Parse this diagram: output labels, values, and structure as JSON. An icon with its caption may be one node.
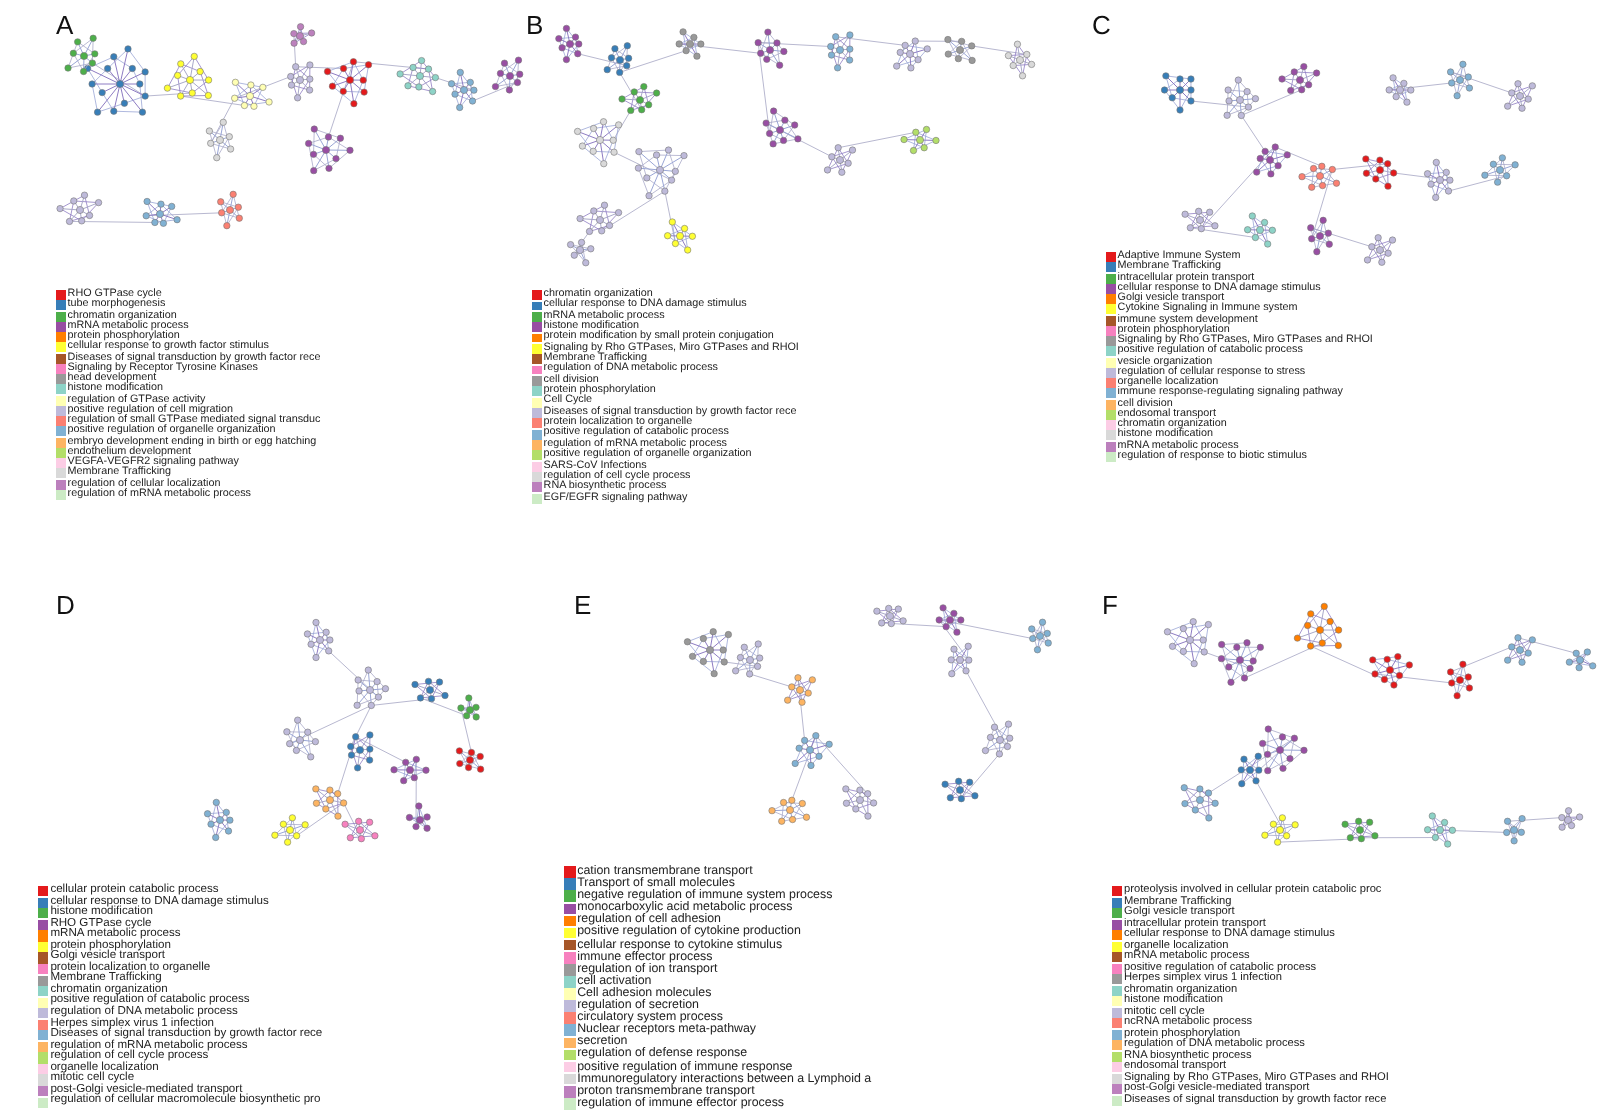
{
  "diagram": {
    "labels": [
      "A",
      "B",
      "C",
      "D",
      "E",
      "F"
    ],
    "legend": [
      {
        "text": "RHO GTPase cycle",
        "color": "#e41a1c"
      },
      {
        "text": "tube morphogenesis",
        "color": "#377eb8"
      },
      {
        "text": "chromatin organization",
        "color": "#4daf4a"
      },
      {
        "text": "mRNA metabolic process",
        "color": "#984ea3"
      },
      {
        "text": "protein phosphorylation",
        "color": "#ff7f00"
      },
      {
        "text": "cellular response to growth factor stimulus",
        "color": "#ffff33"
      },
      {
        "text": "Diseases of signal transduction by growth factor rece",
        "color": "#a65628"
      },
      {
        "text": "Signaling by Receptor Tyrosine Kinases",
        "color": "#f781bf"
      },
      {
        "text": "head development",
        "color": "#999999"
      },
      {
        "text": "histone modification",
        "color": "#8dd3c7"
      },
      {
        "text": "regulation of GTPase activity",
        "color": "#ffffb3"
      },
      {
        "text": "positive regulation of cell migration",
        "color": "#bebada"
      },
      {
        "text": "regulation of small GTPase mediated signal transduc",
        "color": "#fb8072"
      },
      {
        "text": "positive regulation of organelle organization",
        "color": "#80b1d3"
      },
      {
        "text": "embryo development ending in birth or egg hatching",
        "color": "#fdb462"
      },
      {
        "text": "endothelium development",
        "color": "#b3de69"
      },
      {
        "text": "VEGFA-VEGFR2 signaling pathway",
        "color": "#fccde5"
      },
      {
        "text": "Membrane Trafficking",
        "color": "#d9d9d9"
      },
      {
        "text": "regulation of cellular localization",
        "color": "#bc80bd"
      },
      {
        "text": "regulation of mRNA metabolic process",
        "color": "#ccebc5"
      },
      {
        "text": "chromatin organization",
        "color": "#e41a1c"
      },
      {
        "text": "cellular response to DNA damage stimulus",
        "color": "#377eb8"
      },
      {
        "text": "mRNA metabolic process",
        "color": "#4daf4a"
      },
      {
        "text": "histone modification",
        "color": "#984ea3"
      },
      {
        "text": "protein modification by small protein conjugation",
        "color": "#ff7f00"
      },
      {
        "text": "Signaling by Rho GTPases, Miro GTPases and RHOI",
        "color": "#ffff33"
      },
      {
        "text": "Membrane Trafficking",
        "color": "#a65628"
      },
      {
        "text": "regulation of DNA metabolic process",
        "color": "#f781bf"
      },
      {
        "text": "cell division",
        "color": "#999999"
      },
      {
        "text": "protein phosphorylation",
        "color": "#8dd3c7"
      },
      {
        "text": "Cell Cycle",
        "color": "#ffffb3"
      },
      {
        "text": "Diseases of signal transduction by growth factor rece",
        "color": "#bebada"
      },
      {
        "text": "protein localization to organelle",
        "color": "#fb8072"
      },
      {
        "text": "positive regulation of catabolic process",
        "color": "#80b1d3"
      },
      {
        "text": "regulation of mRNA metabolic process",
        "color": "#fdb462"
      },
      {
        "text": "positive regulation of organelle organization",
        "color": "#b3de69"
      },
      {
        "text": "SARS-CoV Infections",
        "color": "#fccde5"
      },
      {
        "text": "regulation of cell cycle process",
        "color": "#d9d9d9"
      },
      {
        "text": "RNA biosynthetic process",
        "color": "#bc80bd"
      },
      {
        "text": "EGF/EGFR signaling pathway",
        "color": "#ccebc5"
      },
      {
        "text": "Adaptive Immune System",
        "color": "#e41a1c"
      },
      {
        "text": "Membrane Trafficking",
        "color": "#377eb8"
      },
      {
        "text": "intracellular protein transport",
        "color": "#4daf4a"
      },
      {
        "text": "cellular response to DNA damage stimulus",
        "color": "#984ea3"
      },
      {
        "text": "Golgi vesicle transport",
        "color": "#ff7f00"
      },
      {
        "text": "Cytokine Signaling in Immune system",
        "color": "#ffff33"
      },
      {
        "text": "immune system development",
        "color": "#a65628"
      },
      {
        "text": "protein phosphorylation",
        "color": "#f781bf"
      },
      {
        "text": "Signaling by Rho GTPases, Miro GTPases and RHOI",
        "color": "#999999"
      },
      {
        "text": "positive regulation of catabolic process",
        "color": "#8dd3c7"
      },
      {
        "text": "vesicle organization",
        "color": "#ffffb3"
      },
      {
        "text": "regulation of cellular response to stress",
        "color": "#bebada"
      },
      {
        "text": "organelle localization",
        "color": "#fb8072"
      },
      {
        "text": "immune response-regulating signaling pathway",
        "color": "#80b1d3"
      },
      {
        "text": "cell division",
        "color": "#fdb462"
      },
      {
        "text": "endosomal transport",
        "color": "#b3de69"
      },
      {
        "text": "chromatin organization",
        "color": "#fccde5"
      },
      {
        "text": "histone modification",
        "color": "#d9d9d9"
      },
      {
        "text": "mRNA metabolic process",
        "color": "#bc80bd"
      },
      {
        "text": "regulation of response to biotic stimulus",
        "color": "#ccebc5"
      },
      {
        "text": "cellular protein catabolic process",
        "color": "#e41a1c"
      },
      {
        "text": "cellular response to DNA damage stimulus",
        "color": "#377eb8"
      },
      {
        "text": "histone modification",
        "color": "#4daf4a"
      },
      {
        "text": "RHO GTPase cycle",
        "color": "#984ea3"
      },
      {
        "text": "mRNA metabolic process",
        "color": "#ff7f00"
      },
      {
        "text": "protein phosphorylation",
        "color": "#ffff33"
      },
      {
        "text": "Golgi vesicle transport",
        "color": "#a65628"
      },
      {
        "text": "protein localization to organelle",
        "color": "#f781bf"
      },
      {
        "text": "Membrane Trafficking",
        "color": "#999999"
      },
      {
        "text": "chromatin organization",
        "color": "#8dd3c7"
      },
      {
        "text": "positive regulation of catabolic process",
        "color": "#ffffb3"
      },
      {
        "text": "regulation of DNA metabolic process",
        "color": "#bebada"
      },
      {
        "text": "Herpes simplex virus 1 infection",
        "color": "#fb8072"
      },
      {
        "text": "Diseases of signal transduction by growth factor rece",
        "color": "#80b1d3"
      },
      {
        "text": "regulation of mRNA metabolic process",
        "color": "#fdb462"
      },
      {
        "text": "regulation of cell cycle process",
        "color": "#b3de69"
      },
      {
        "text": "organelle localization",
        "color": "#fccde5"
      },
      {
        "text": "mitotic cell cycle",
        "color": "#d9d9d9"
      },
      {
        "text": "post-Golgi vesicle-mediated transport",
        "color": "#bc80bd"
      },
      {
        "text": "regulation of cellular macromolecule biosynthetic pro",
        "color": "#ccebc5"
      },
      {
        "text": "cation transmembrane transport",
        "color": "#e41a1c"
      },
      {
        "text": "Transport of small molecules",
        "color": "#377eb8"
      },
      {
        "text": "negative regulation of immune system process",
        "color": "#4daf4a"
      },
      {
        "text": "monocarboxylic acid metabolic process",
        "color": "#984ea3"
      },
      {
        "text": "regulation of cell adhesion",
        "color": "#ff7f00"
      },
      {
        "text": "positive regulation of cytokine production",
        "color": "#ffff33"
      },
      {
        "text": "cellular response to cytokine stimulus",
        "color": "#a65628"
      },
      {
        "text": "immune effector process",
        "color": "#f781bf"
      },
      {
        "text": "regulation of ion transport",
        "color": "#999999"
      },
      {
        "text": "cell activation",
        "color": "#8dd3c7"
      },
      {
        "text": "Cell adhesion molecules",
        "color": "#ffffb3"
      },
      {
        "text": "regulation of secretion",
        "color": "#bebada"
      },
      {
        "text": "circulatory system process",
        "color": "#fb8072"
      },
      {
        "text": "Nuclear receptors meta-pathway",
        "color": "#80b1d3"
      },
      {
        "text": "secretion",
        "color": "#fdb462"
      },
      {
        "text": "regulation of defense response",
        "color": "#b3de69"
      },
      {
        "text": "positive regulation of immune response",
        "color": "#fccde5"
      },
      {
        "text": "Immunoregulatory interactions between a Lymphoid a",
        "color": "#d9d9d9"
      },
      {
        "text": "proton transmembrane transport",
        "color": "#bc80bd"
      },
      {
        "text": "regulation of immune effector process",
        "color": "#ccebc5"
      },
      {
        "text": "proteolysis involved in cellular protein catabolic proc",
        "color": "#e41a1c"
      },
      {
        "text": "Membrane Trafficking",
        "color": "#377eb8"
      },
      {
        "text": "Golgi vesicle transport",
        "color": "#4daf4a"
      },
      {
        "text": "intracellular protein transport",
        "color": "#984ea3"
      },
      {
        "text": "cellular response to DNA damage stimulus",
        "color": "#ff7f00"
      },
      {
        "text": "organelle localization",
        "color": "#ffff33"
      },
      {
        "text": "mRNA metabolic process",
        "color": "#a65628"
      },
      {
        "text": "positive regulation of catabolic process",
        "color": "#f781bf"
      },
      {
        "text": "Herpes simplex virus 1 infection",
        "color": "#999999"
      },
      {
        "text": "chromatin organization",
        "color": "#8dd3c7"
      },
      {
        "text": "histone modification",
        "color": "#ffffb3"
      },
      {
        "text": "mitotic cell cycle",
        "color": "#bebada"
      },
      {
        "text": "ncRNA metabolic process",
        "color": "#fb8072"
      },
      {
        "text": "protein phosphorylation",
        "color": "#80b1d3"
      },
      {
        "text": "regulation of DNA metabolic process",
        "color": "#fdb462"
      },
      {
        "text": "RNA biosynthetic process",
        "color": "#b3de69"
      },
      {
        "text": "endosomal transport",
        "color": "#fccde5"
      },
      {
        "text": "Signaling by Rho GTPases, Miro GTPases and RHOI",
        "color": "#d9d9d9"
      },
      {
        "text": "post-Golgi vesicle-mediated transport",
        "color": "#bc80bd"
      },
      {
        "text": "Diseases of signal transduction by growth factor rece",
        "color": "#ccebc5"
      }
    ]
  }
}
